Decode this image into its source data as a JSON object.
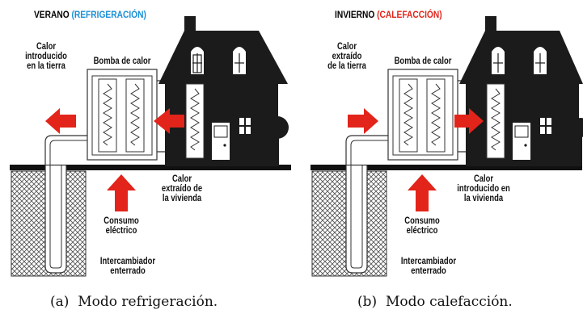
{
  "panel_a": {
    "title_prefix": "VERANO",
    "title_mode": "(REFRIGERACIÓN)",
    "title_mode_color": "#1a8fd6",
    "label_left": "Calor\nintroducido\nen la tierra",
    "label_pump": "Bomba de calor",
    "label_house": "Calor\nextraído de\nla vivienda",
    "label_power": "Consumo\neléctrico",
    "label_exchanger": "Intercambiador\nenterrado",
    "caption_tag": "(a)",
    "caption_text": "Modo refrigeración."
  },
  "panel_b": {
    "title_prefix": "INVIERNO",
    "title_mode": "(CALEFACCIÓN)",
    "title_mode_color": "#e2241a",
    "label_left": "Calor\nextraído\nde la tierra",
    "label_pump": "Bomba de calor",
    "label_house": "Calor\nintroducido en\nla vivienda",
    "label_power": "Consumo\neléctrico",
    "label_exchanger": "Intercambiador\nenterrado",
    "caption_tag": "(b)",
    "caption_text": "Modo calefacción."
  },
  "colors": {
    "arrow_red": "#e2241a",
    "house_black": "#1b1b1b",
    "ground": "#111111"
  }
}
